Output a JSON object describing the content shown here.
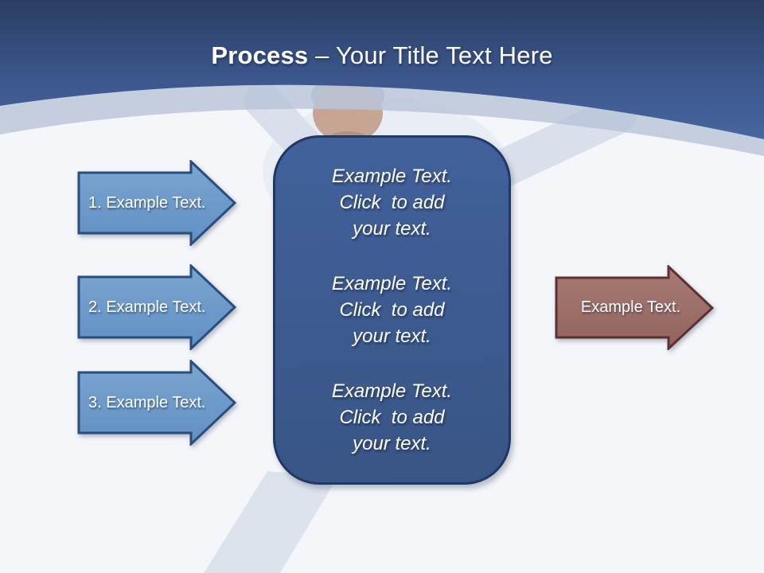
{
  "header": {
    "title_bold": "Process",
    "title_rest": " – Your Title Text Here"
  },
  "process_steps": [
    {
      "label": "1. Example Text."
    },
    {
      "label": "2. Example Text."
    },
    {
      "label": "3. Example Text."
    }
  ],
  "center_panel": {
    "paragraphs": [
      "Example Text.\nClick  to add\nyour text.",
      "Example Text.\nClick  to add\nyour text.",
      "Example Text.\nClick  to add\nyour text."
    ]
  },
  "output_arrow": {
    "label": "Example Text."
  },
  "colors": {
    "header_gradient_top": "#2b3e62",
    "header_gradient_bottom": "#47669f",
    "curve_band": "#b9c5d9",
    "body_background": "#f4f6fa",
    "step_arrow_fill": "#6a97c9",
    "step_arrow_border": "#2a4e7c",
    "panel_fill": "#3d5c92",
    "panel_border": "#1f3864",
    "output_arrow_fill": "#9d6e69",
    "output_arrow_border": "#5d3134",
    "text": "#ffffff"
  }
}
